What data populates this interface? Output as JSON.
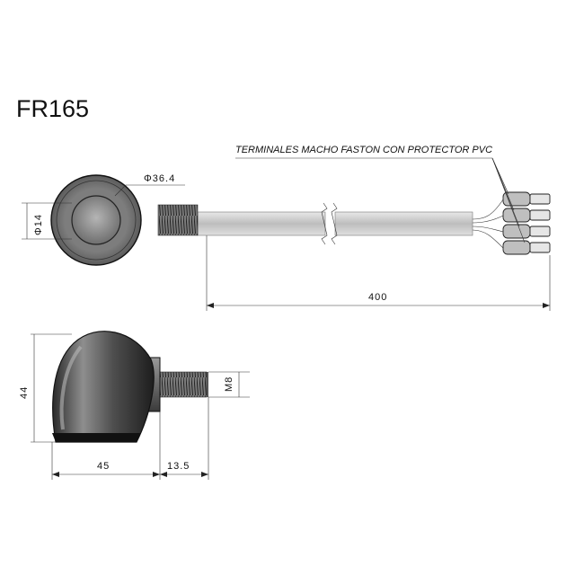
{
  "title": "FR165",
  "callout": "TERMINALES MACHO FASTON CON PROTECTOR PVC",
  "dimensions": {
    "diameter": "Φ36.4",
    "height_top": "Φ14",
    "cable_length": "400",
    "height_side": "44",
    "thread": "M8",
    "body_length": "45",
    "thread_length": "13.5"
  },
  "colors": {
    "body_dark": "#1a1a1a",
    "body_grey": "#7a7a7a",
    "lens_grey": "#9a9a9a",
    "cable_grey": "#c8c8c8",
    "line": "#111111"
  }
}
